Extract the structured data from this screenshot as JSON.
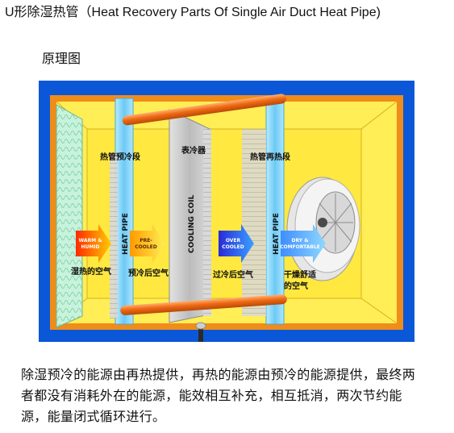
{
  "header": {
    "title": "U形除湿热管（Heat Recovery Parts Of Single Air Duct Heat Pipe)",
    "subtitle": "原理图"
  },
  "diagram": {
    "labels": {
      "preheat_section": "热管预冷段",
      "surface_cooler": "表冷器",
      "reheat_section": "热管再热段",
      "heat_pipe_left": "HEAT PIPE",
      "heat_pipe_right": "HEAT PIPE",
      "cooling_coil": "COOLING COIL",
      "warm_humid_line1": "WARM &",
      "warm_humid_line2": "HUMID",
      "precooled_line1": "PRE-",
      "precooled_line2": "COOLED",
      "overcooled_line1": "OVER",
      "overcooled_line2": "COOLED",
      "dry_comfortable_line1": "DRY &",
      "dry_comfortable_line2": "COMFORTABLE",
      "humid_air": "湿热的空气",
      "precooled_air": "预冷后空气",
      "overcooled_air": "过冷后空气",
      "dry_air_line1": "干燥舒适",
      "dry_air_line2": "的空气"
    },
    "colors": {
      "frame_blue": "#0a58d8",
      "housing_orange": "#f08c1a",
      "housing_yellow": "#ffee55",
      "heat_pipe_orange": "#f06a14",
      "filter_green": "#a7e8c8",
      "pipe_cyan": "#8fd8ff",
      "coil_gray": "#c9c9c9"
    }
  },
  "description": "除湿预冷的能源由再热提供，再热的能源由预冷的能源提供，最终两者都没有消耗外在的能源，能效相互补充，相互抵消，两次节约能源，能量闭式循环进行。"
}
